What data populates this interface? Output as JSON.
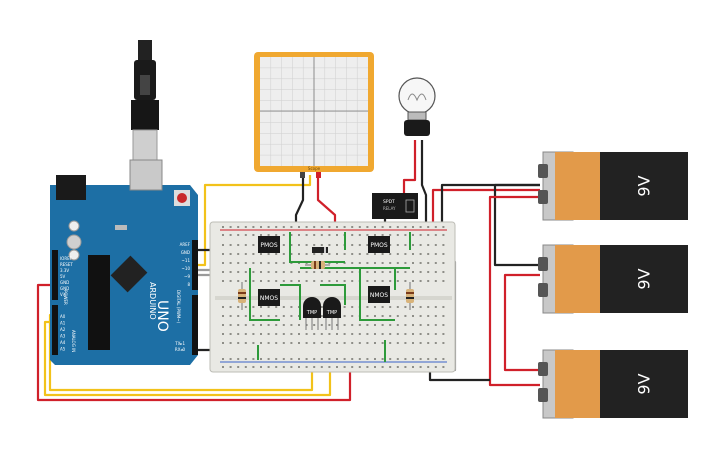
{
  "components": {
    "arduino": {
      "brand": "ARDUINO",
      "model": "UNO",
      "header_labels": [
        "AREF",
        "GND",
        "~11",
        "~10",
        "~9",
        "8"
      ],
      "power_labels": [
        "IOREF",
        "RESET",
        "3.3V",
        "5V",
        "GND",
        "GND",
        "Vin"
      ],
      "analog_labels": [
        "A0",
        "A1",
        "A2",
        "A3",
        "A4",
        "A5"
      ],
      "analog_title": "ANALOG IN",
      "power_title": "POWER",
      "digital_title": "DIGITAL (PWM~)",
      "tx_rx": [
        "TX▸1",
        "RX◂0"
      ]
    },
    "oscilloscope": {
      "label": "Scope"
    },
    "relay": {
      "label": "SPDT",
      "sub": "RELAY"
    },
    "mosfets": {
      "top_left": "PMOS",
      "top_right": "PMOS",
      "bottom_left": "NMOS",
      "bottom_right": "NMOS"
    },
    "transistors": {
      "left": "TMP",
      "right": "TMP"
    },
    "batteries": [
      {
        "label": "9V"
      },
      {
        "label": "9V"
      },
      {
        "label": "9V"
      }
    ]
  },
  "colors": {
    "arduino_blue": "#1d6fa5",
    "wire_red": "#d0202a",
    "wire_black": "#222222",
    "wire_yellow": "#f2c21a",
    "wire_green": "#2d9a3a",
    "wire_gray": "#9a9a9a",
    "breadboard": "#e9e9e4",
    "battery_orange": "#e29a4a",
    "battery_black": "#222222",
    "scope_frame": "#f0a830"
  }
}
